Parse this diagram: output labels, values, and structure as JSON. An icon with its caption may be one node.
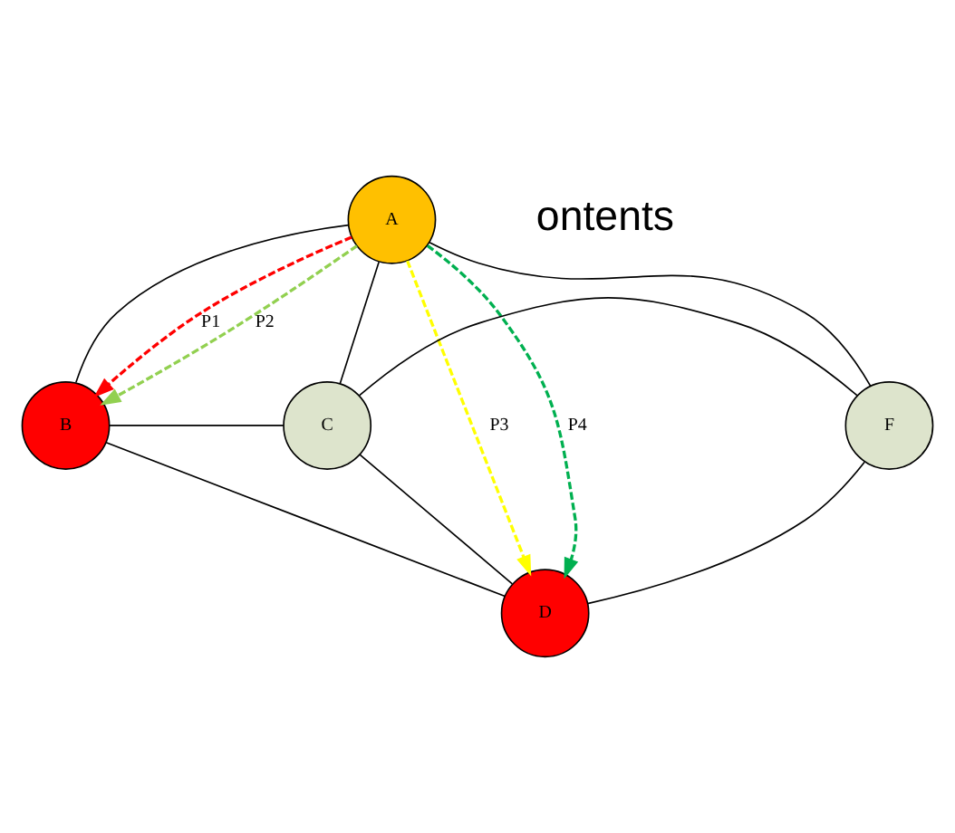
{
  "diagram": {
    "nodes": [
      {
        "text": [
          "A"
        ]
      },
      {
        "text": [
          "B"
        ]
      },
      {
        "text": [
          "C"
        ]
      },
      {
        "text": [
          "D"
        ]
      },
      {
        "text": [
          "F"
        ]
      }
    ],
    "edges": [
      {
        "from": 0,
        "to": 1,
        "arrow": "none"
      },
      {
        "from": 0,
        "to": 2,
        "arrow": "none"
      },
      {
        "from": 0,
        "to": 4,
        "arrow": "none"
      },
      {
        "from": 1,
        "to": 2,
        "arrow": "none"
      },
      {
        "from": 1,
        "to": 3,
        "arrow": "none"
      },
      {
        "from": 2,
        "to": 3,
        "arrow": "none"
      },
      {
        "from": 2,
        "to": 4,
        "arrow": "none"
      },
      {
        "from": 4,
        "to": 3,
        "arrow": "none"
      },
      {
        "from": 0,
        "to": 1,
        "arrow": "to",
        "label": "P1",
        "style": "dashed",
        "color": "#ff0000"
      },
      {
        "from": 0,
        "to": 1,
        "arrow": "to",
        "label": "P2",
        "style": "dashed",
        "color": "#92d050"
      },
      {
        "from": 0,
        "to": 3,
        "arrow": "to",
        "label": "P3",
        "style": "dashed",
        "color": "#ffff00"
      },
      {
        "from": 0,
        "to": 3,
        "arrow": "to",
        "label": "P4",
        "style": "dashed",
        "color": "#00b050"
      }
    ],
    "labels": [
      "ontents"
    ]
  }
}
